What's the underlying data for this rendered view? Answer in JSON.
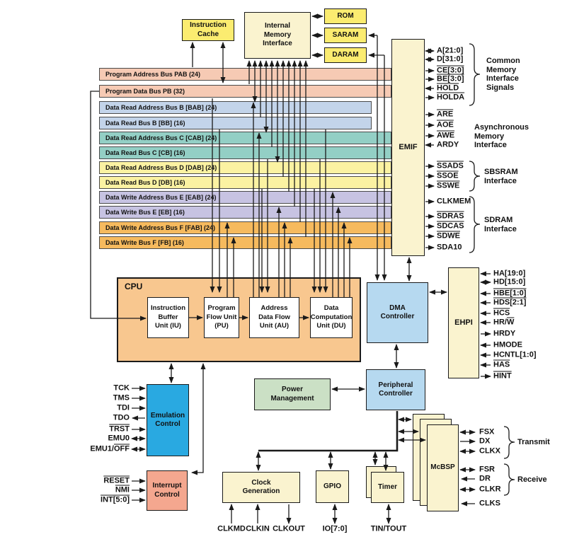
{
  "memory": {
    "instruction_cache": "Instruction\nCache",
    "internal_memory_interface": "Internal\nMemory\nInterface",
    "rom": "ROM",
    "saram": "SARAM",
    "daram": "DARAM"
  },
  "buses": [
    {
      "label": "Program Address Bus PAB (24)",
      "color": "#F6CAB4"
    },
    {
      "label": "Program Data Bus PB (32)",
      "color": "#F6CAB4"
    },
    {
      "label": "Data Read Address Bus B [BAB] (24)",
      "color": "#C3D4EA"
    },
    {
      "label": "Data Read Bus B [BB] (16)",
      "color": "#C3D4EA"
    },
    {
      "label": "Data Read Address Bus C [CAB] (24)",
      "color": "#93CFC5"
    },
    {
      "label": "Data Read Bus C [CB] (16)",
      "color": "#93CFC5"
    },
    {
      "label": "Data Read Address Bus D [DAB] (24)",
      "color": "#FBF2A2"
    },
    {
      "label": "Data Read Bus D [DB] (16)",
      "color": "#FBF2A2"
    },
    {
      "label": "Data Write Address Bus E [EAB] (24)",
      "color": "#C7C3E2"
    },
    {
      "label": "Data Write Bus E [EB] (16)",
      "color": "#C7C3E2"
    },
    {
      "label": "Data Write Address Bus F [FAB] (24)",
      "color": "#F6BA5E"
    },
    {
      "label": "Data Write Bus F [FB] (16)",
      "color": "#F6BA5E"
    }
  ],
  "emif": {
    "label": "EMIF",
    "common": {
      "caption": "Common\nMemory\nInterface\nSignals",
      "signals": [
        {
          "label": "A[21:0]",
          "dir": "bidir"
        },
        {
          "label": "D[31:0]",
          "dir": "bidir"
        },
        {
          "label": "CE[3:0]",
          "dir": "out",
          "overline": true
        },
        {
          "label": "BE[3:0]",
          "dir": "out",
          "overline": true
        },
        {
          "label": "HOLD",
          "dir": "in",
          "overline": true
        },
        {
          "label": "HOLDA",
          "dir": "out",
          "overline": true
        }
      ]
    },
    "async": {
      "caption": "Asynchronous\nMemory\nInterface",
      "signals": [
        {
          "label": "ARE",
          "dir": "out",
          "overline": true
        },
        {
          "label": "AOE",
          "dir": "out",
          "overline": true
        },
        {
          "label": "AWE",
          "dir": "out",
          "overline": true
        },
        {
          "label": "ARDY",
          "dir": "in"
        }
      ]
    },
    "sbsram": {
      "caption": "SBSRAM\nInterface",
      "signals": [
        {
          "label": "SSADS",
          "dir": "out",
          "overline": true
        },
        {
          "label": "SSOE",
          "dir": "out",
          "overline": true
        },
        {
          "label": "SSWE",
          "dir": "out",
          "overline": true
        }
      ]
    },
    "sdram": {
      "caption": "SDRAM\nInterface",
      "signals": [
        {
          "label": "CLKMEM",
          "dir": "out"
        },
        {
          "label": "SDRAS",
          "dir": "out",
          "overline": true
        },
        {
          "label": "SDCAS",
          "dir": "out",
          "overline": true
        },
        {
          "label": "SDWE",
          "dir": "out",
          "overline": true
        },
        {
          "label": "SDA10",
          "dir": "out"
        }
      ]
    }
  },
  "cpu": {
    "label": "CPU",
    "units": [
      {
        "label": "Instruction\nBuffer\nUnit (IU)"
      },
      {
        "label": "Program\nFlow Unit\n(PU)"
      },
      {
        "label": "Address\nData Flow\nUnit (AU)"
      },
      {
        "label": "Data\nComputation\nUnit (DU)"
      }
    ]
  },
  "dma": {
    "label": "DMA\nController"
  },
  "ehpi": {
    "label": "EHPI",
    "signals": [
      {
        "label": "HA[19:0]",
        "dir": "in"
      },
      {
        "label": "HD[15:0]",
        "dir": "bidir"
      },
      {
        "label": "HBE[1:0]",
        "dir": "in",
        "overline": true
      },
      {
        "label": "HDS[2:1]",
        "dir": "in",
        "overline": true
      },
      {
        "label": "HCS",
        "dir": "in",
        "overline": true
      },
      {
        "pre": "HR/",
        "ol": "W",
        "dir": "in"
      },
      {
        "label": "HRDY",
        "dir": "out"
      },
      {
        "label": "HMODE",
        "dir": "in"
      },
      {
        "label": "HCNTL[1:0]",
        "dir": "in"
      },
      {
        "label": "HAS",
        "dir": "in",
        "overline": true
      },
      {
        "label": "HINT",
        "dir": "out",
        "overline": true
      }
    ]
  },
  "emulation": {
    "label": "Emulation\nControl",
    "signals": [
      {
        "label": "TCK",
        "dir": "in"
      },
      {
        "label": "TMS",
        "dir": "in"
      },
      {
        "label": "TDI",
        "dir": "in"
      },
      {
        "label": "TDO",
        "dir": "out"
      },
      {
        "label": "TRST",
        "dir": "in",
        "overline": true
      },
      {
        "label": "EMU0",
        "dir": "bidir"
      },
      {
        "pre": "EMU1/",
        "ol": "OFF",
        "dir": "bidir"
      }
    ]
  },
  "interrupt": {
    "label": "Interrupt\nControl",
    "signals": [
      {
        "label": "RESET",
        "dir": "in",
        "overline": true
      },
      {
        "label": "NMI",
        "dir": "in",
        "overline": true
      },
      {
        "label": "INT[5:0]",
        "dir": "in",
        "overline": true
      }
    ]
  },
  "power": {
    "label": "Power\nManagement"
  },
  "peripheral": {
    "label": "Peripheral\nController"
  },
  "clock": {
    "label": "Clock\nGeneration",
    "signals": [
      {
        "label": "CLKMD",
        "dir": "in"
      },
      {
        "label": "CLKIN",
        "dir": "in"
      },
      {
        "label": "CLKOUT",
        "dir": "out"
      }
    ]
  },
  "gpio": {
    "label": "GPIO",
    "signal": {
      "label": "IO[7:0]",
      "dir": "bidir"
    }
  },
  "timer": {
    "label": "Timer",
    "signal": {
      "label": "TIN/TOUT",
      "dir": "bidir"
    }
  },
  "mcbsp": {
    "label": "McBSP",
    "transmit": {
      "caption": "Transmit",
      "signals": [
        {
          "label": "FSX",
          "dir": "bidir"
        },
        {
          "label": "DX",
          "dir": "out"
        },
        {
          "label": "CLKX",
          "dir": "bidir"
        }
      ]
    },
    "receive": {
      "caption": "Receive",
      "signals": [
        {
          "label": "FSR",
          "dir": "bidir"
        },
        {
          "label": "DR",
          "dir": "in"
        },
        {
          "label": "CLKR",
          "dir": "bidir"
        }
      ]
    },
    "clks": {
      "label": "CLKS",
      "dir": "in"
    }
  },
  "colors": {
    "yellow_block": "#FBEC70",
    "pale_yellow_block": "#FAF3CF",
    "cpu_block": "#F8C78F",
    "blue_block": "#B6D9F0",
    "emulation_block": "#29A9E1",
    "interrupt_block": "#F4A78F",
    "power_block": "#CBE0C5",
    "wire": "#1A1A1A"
  }
}
